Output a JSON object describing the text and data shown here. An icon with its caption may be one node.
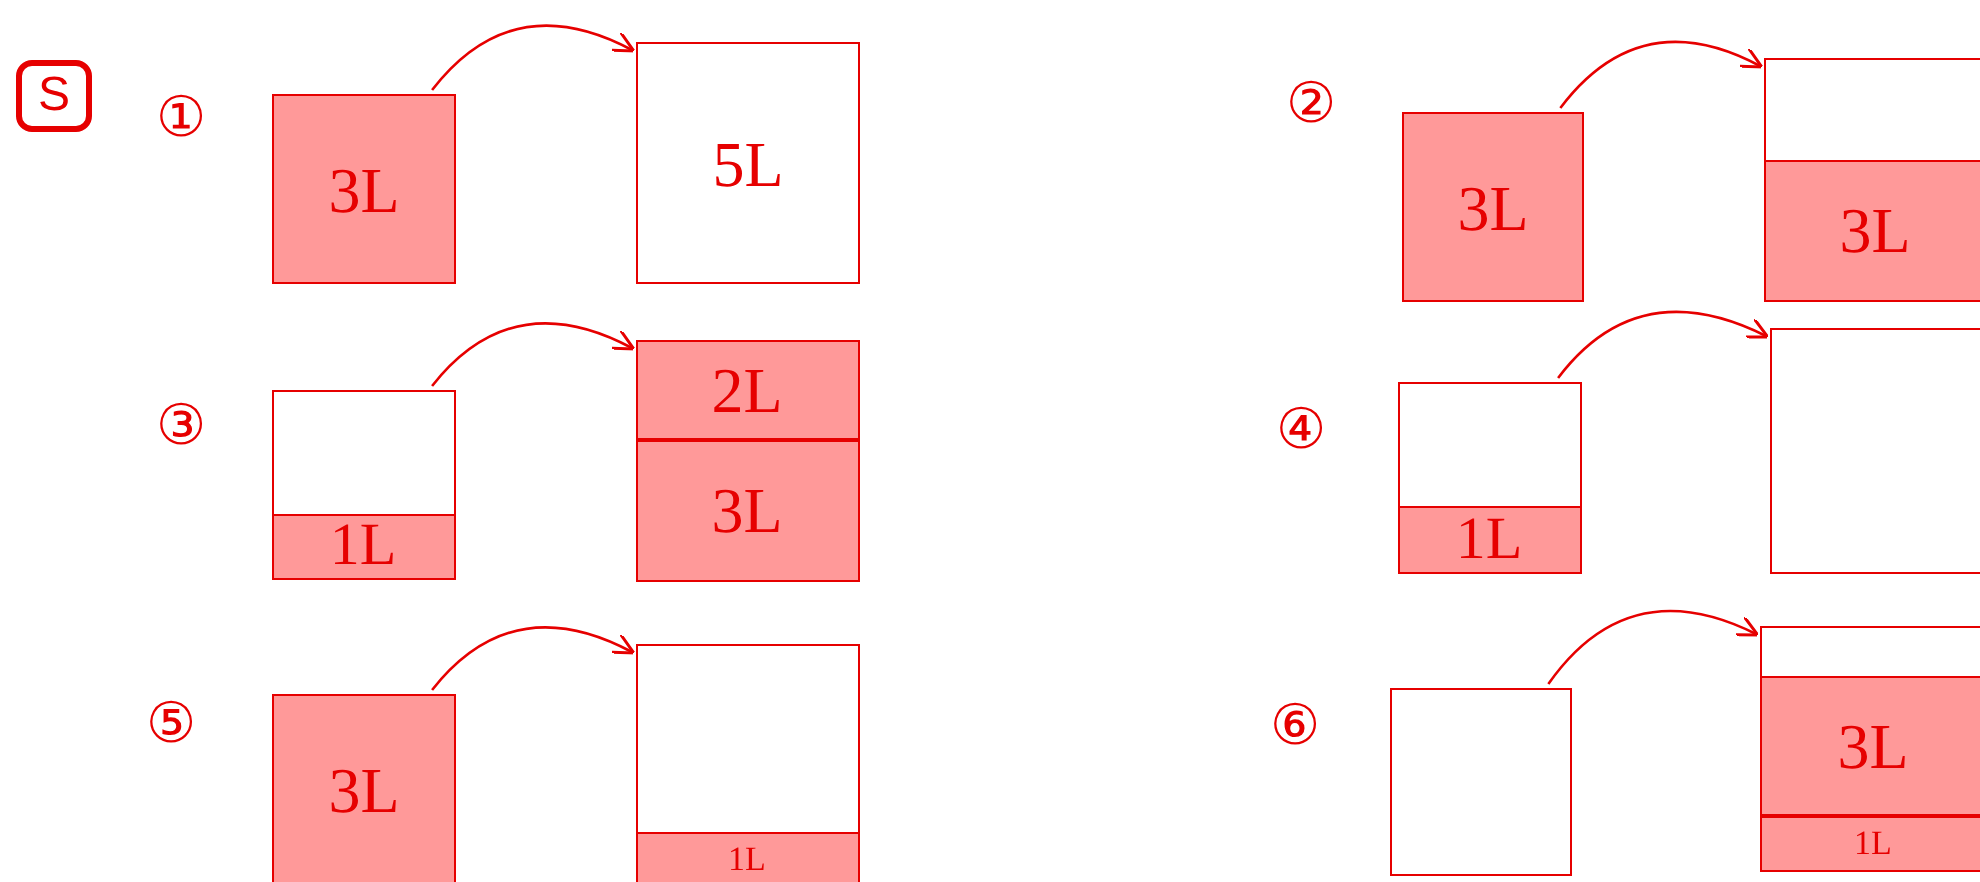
{
  "diagram": {
    "nodes": [
      {
        "text": [
          "S"
        ]
      },
      {
        "text": [
          "3L"
        ]
      },
      {
        "text": [
          "5L"
        ]
      },
      {
        "text": [
          "3L"
        ]
      },
      {
        "text": [],
        "shape": "box"
      },
      {
        "text": [
          "3L"
        ],
        "in": 4
      },
      {
        "text": [],
        "shape": "box"
      },
      {
        "text": [
          "1L"
        ],
        "in": 6
      },
      {
        "text": [],
        "shape": "box"
      },
      {
        "text": [
          "2L"
        ],
        "in": 8
      },
      {
        "text": [
          "3L"
        ],
        "in": 8
      },
      {
        "text": [],
        "shape": "box"
      },
      {
        "text": [
          "1L"
        ],
        "in": 11
      },
      {
        "text": [],
        "shape": "box"
      },
      {
        "text": [
          "3L"
        ]
      },
      {
        "text": [],
        "shape": "box"
      },
      {
        "text": [
          "1L"
        ],
        "in": 15
      },
      {
        "text": [],
        "shape": "box"
      },
      {
        "text": [],
        "shape": "box"
      },
      {
        "text": [
          "3L"
        ],
        "in": 18
      },
      {
        "text": [
          "1L"
        ],
        "in": 18
      }
    ],
    "edges": [
      {
        "from": 1,
        "to": 2,
        "arrow": "to"
      },
      {
        "from": 3,
        "to": 4,
        "arrow": "to"
      },
      {
        "from": 6,
        "to": 8,
        "arrow": "to"
      },
      {
        "from": 11,
        "to": 13,
        "arrow": "to"
      },
      {
        "from": 14,
        "to": 15,
        "arrow": "to"
      },
      {
        "from": 17,
        "to": 18,
        "arrow": "to"
      }
    ],
    "labels": [
      "①",
      "②",
      "③",
      "④",
      "⑤",
      "⑥"
    ]
  }
}
